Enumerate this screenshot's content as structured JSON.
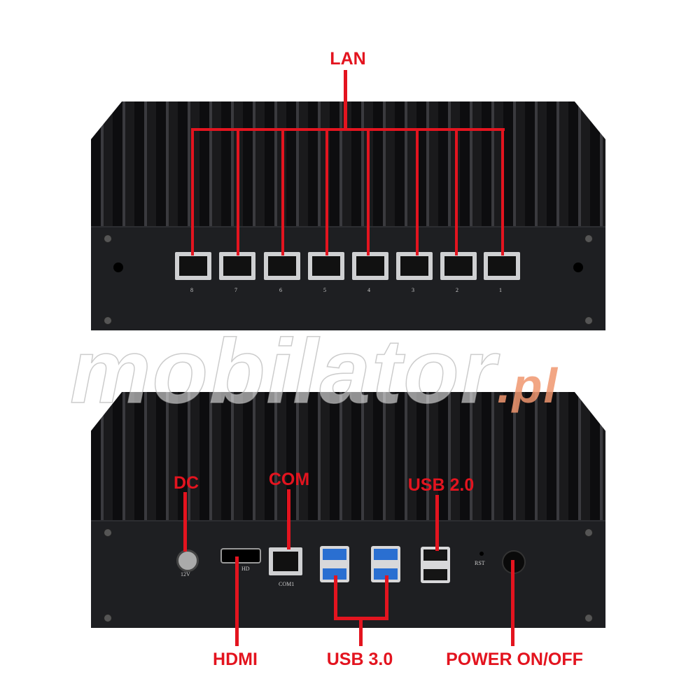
{
  "callouts": {
    "lan": "LAN",
    "dc": "DC",
    "com": "COM",
    "usb2": "USB 2.0",
    "hdmi": "HDMI",
    "usb3": "USB 3.0",
    "power": "POWER ON/OFF"
  },
  "port_labels": {
    "lan": [
      "8",
      "7",
      "6",
      "5",
      "4",
      "3",
      "2",
      "1"
    ],
    "dc": "12V",
    "hdmi": "HD",
    "com": "COM1",
    "rst": "RST"
  },
  "watermark": {
    "text": "mobilator",
    ".pl": ".pl"
  },
  "colors": {
    "accent": "#e3141f",
    "device": "#1e1f22"
  }
}
